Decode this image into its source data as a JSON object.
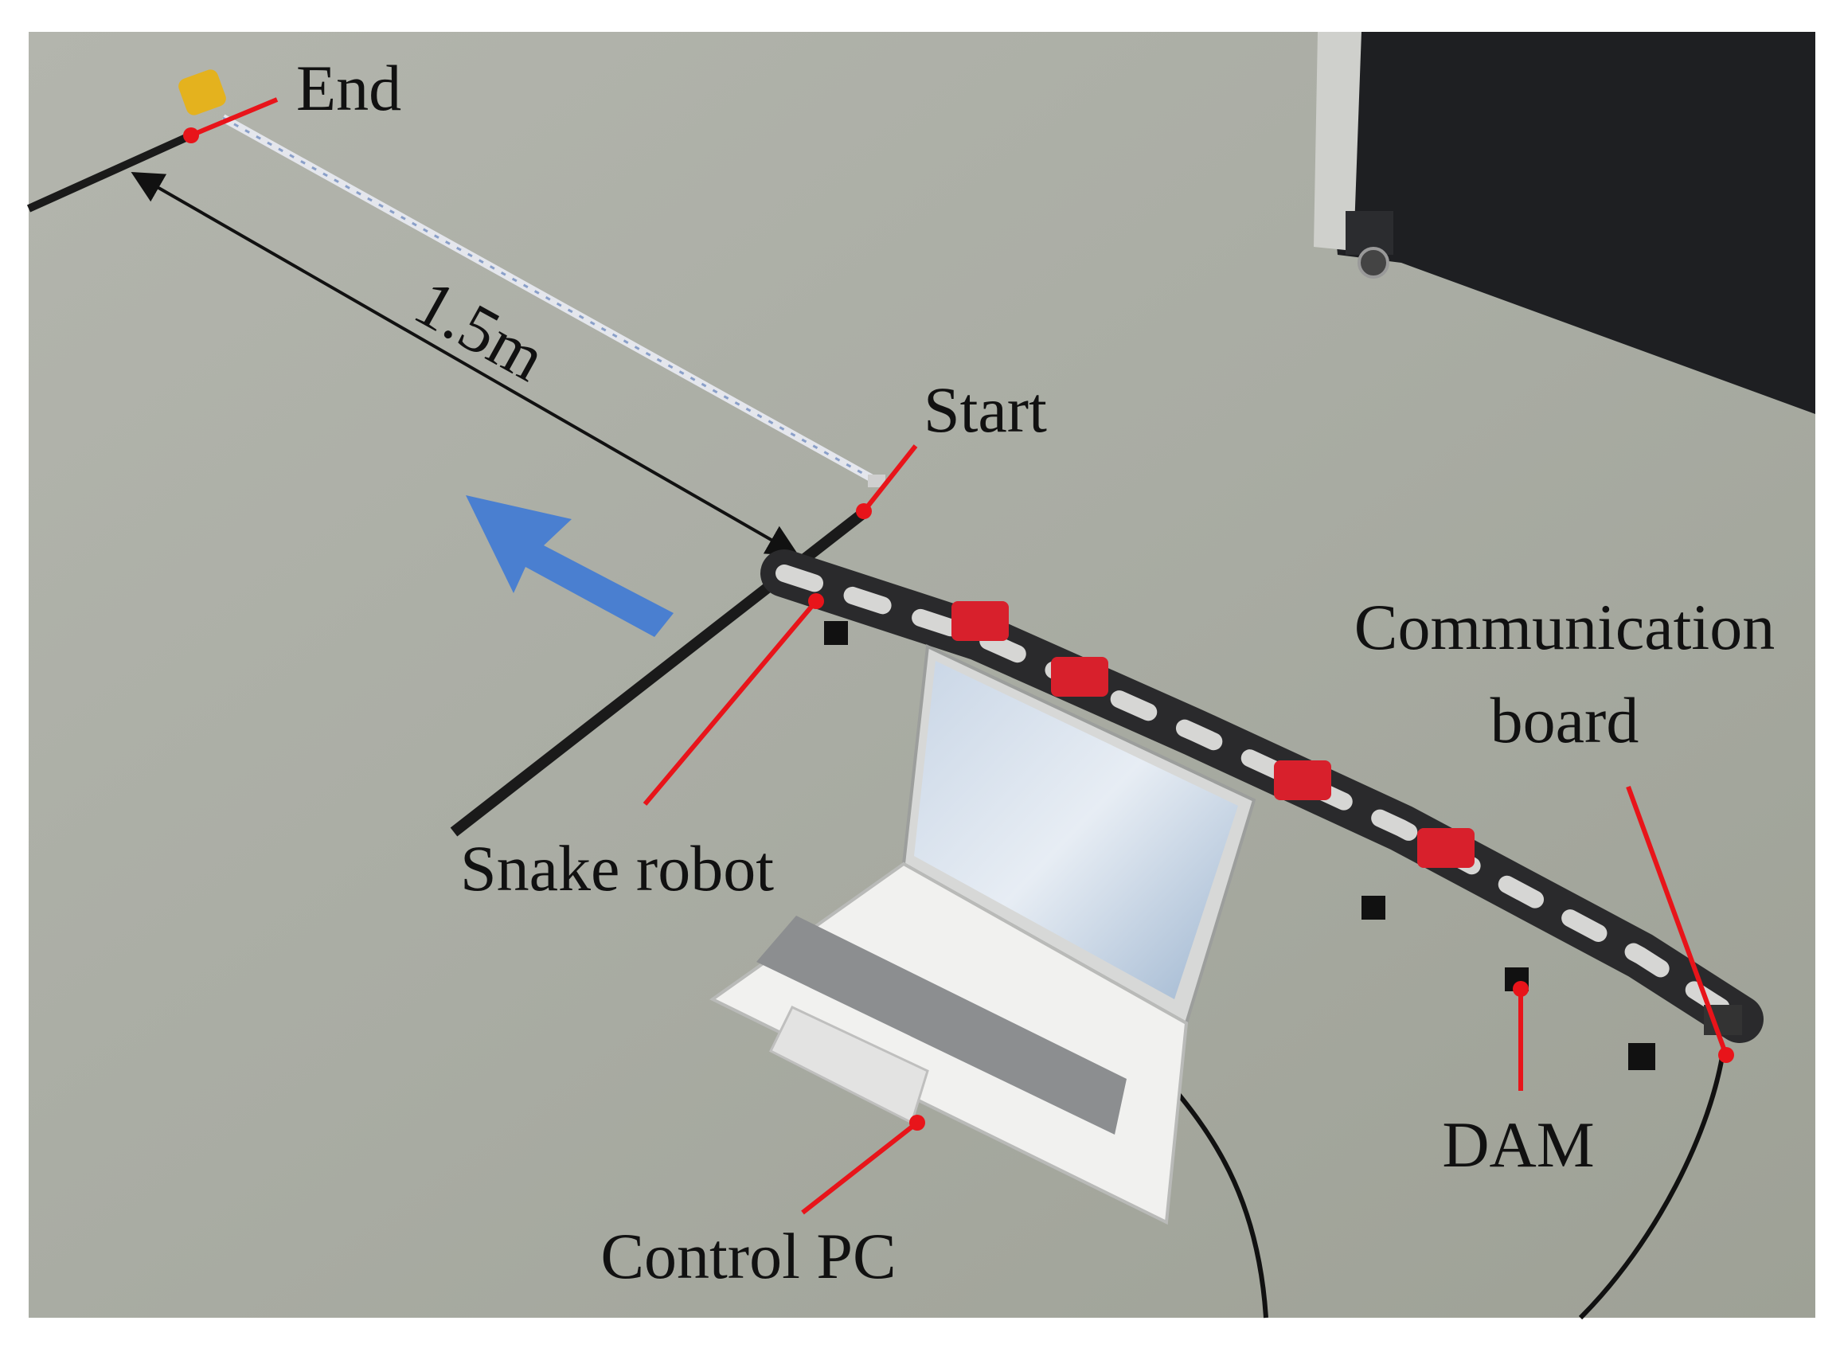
{
  "labels": {
    "end": "End",
    "start": "Start",
    "distance": "1.5m",
    "snake_robot": "Snake robot",
    "communication_board_line1": "Communication",
    "communication_board_line2": "board",
    "dam": "DAM",
    "control_pc": "Control PC"
  },
  "colors": {
    "floor": "#a9aca2",
    "callout": "#e8141a",
    "arrow": "#4a7fd0",
    "text": "#111111",
    "robot_red": "#d8202c"
  }
}
